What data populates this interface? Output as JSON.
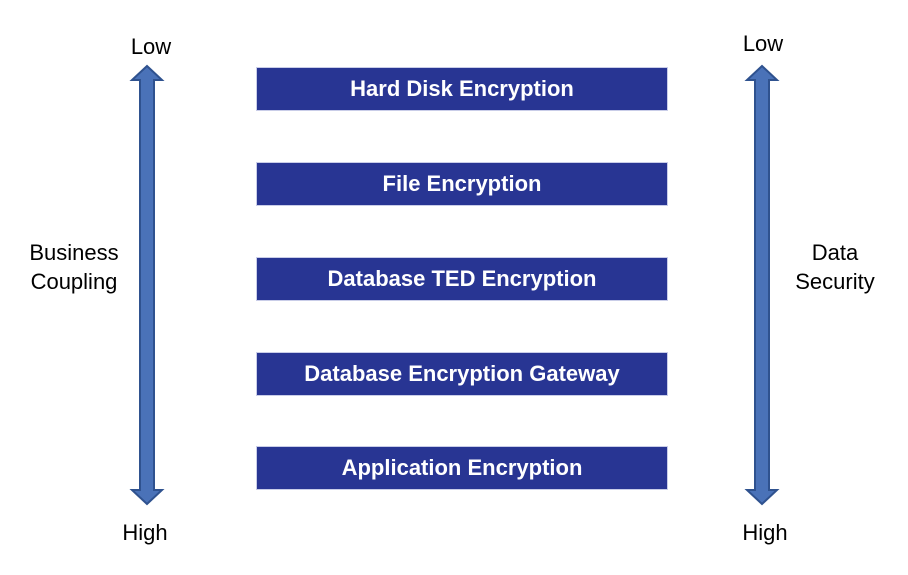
{
  "left_axis": {
    "top_label": "Low",
    "bottom_label": "High",
    "title_line1": "Business",
    "title_line2": "Coupling"
  },
  "right_axis": {
    "top_label": "Low",
    "bottom_label": "High",
    "title_line1": "Data",
    "title_line2": "Security"
  },
  "layers": [
    {
      "label": "Hard Disk Encryption"
    },
    {
      "label": "File Encryption"
    },
    {
      "label": "Database TED Encryption"
    },
    {
      "label": "Database Encryption Gateway"
    },
    {
      "label": "Application Encryption"
    }
  ],
  "colors": {
    "box_fill": "#283593",
    "arrow_fill": "#4a72b8",
    "arrow_stroke": "#2f528f"
  }
}
